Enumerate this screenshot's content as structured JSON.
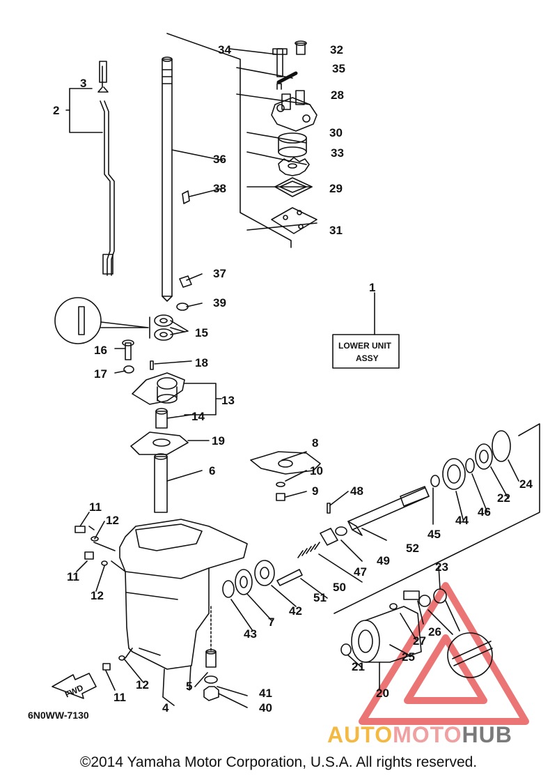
{
  "callouts": {
    "c1": "1",
    "c2": "2",
    "c3": "3",
    "c4": "4",
    "c5": "5",
    "c6": "6",
    "c7": "7",
    "c8": "8",
    "c9": "9",
    "c10": "10",
    "c11a": "11",
    "c11b": "11",
    "c11c": "11",
    "c12a": "12",
    "c12b": "12",
    "c12c": "12",
    "c13": "13",
    "c14": "14",
    "c15": "15",
    "c16": "16",
    "c17": "17",
    "c18": "18",
    "c19": "19",
    "c20": "20",
    "c21": "21",
    "c22": "22",
    "c23": "23",
    "c24": "24",
    "c25": "25",
    "c26": "26",
    "c27": "27",
    "c28": "28",
    "c29": "29",
    "c30": "30",
    "c31": "31",
    "c32": "32",
    "c33": "33",
    "c34": "34",
    "c35": "35",
    "c36": "36",
    "c37": "37",
    "c38": "38",
    "c39": "39",
    "c40": "40",
    "c41": "41",
    "c42": "42",
    "c43": "43",
    "c44": "44",
    "c45": "45",
    "c46": "46",
    "c47": "47",
    "c48": "48",
    "c49": "49",
    "c50": "50",
    "c51": "51",
    "c52": "52"
  },
  "assy_label": {
    "line1": "LOWER UNIT",
    "line2": "ASSY"
  },
  "fwd_label": "FWD",
  "diagram_code": "6N0WW-7130",
  "copyright": "©2014 Yamaha Motor Corporation, U.S.A. All rights reserved.",
  "watermark": {
    "part1": "AUTO",
    "part2": "MOTO",
    "part3": "HUB",
    "colors": {
      "auto": "#f4b942",
      "moto": "#f0a0a0",
      "hub": "#7a7a7a",
      "triangle": "#e23b3b"
    }
  }
}
